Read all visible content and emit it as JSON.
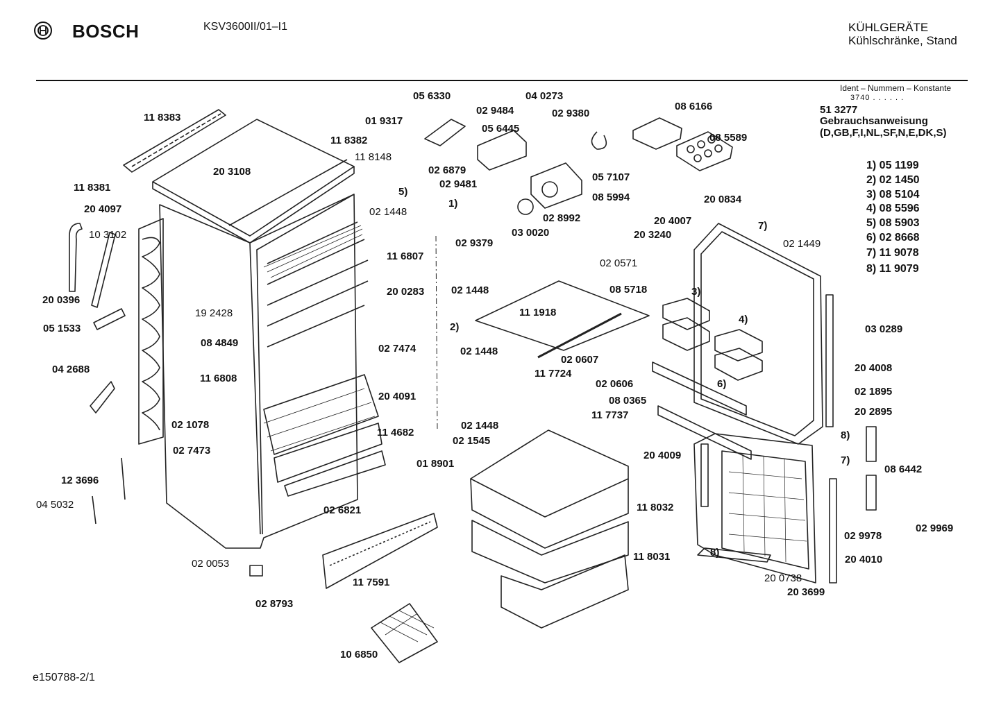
{
  "header": {
    "brand": "BOSCH",
    "model": "KSV3600II/01–I1",
    "category_line1": "KÜHLGERÄTE",
    "category_line2": "Kühlschränke, Stand"
  },
  "ident": {
    "heading": "Ident – Nummern – Konstante",
    "constant": "3740 . . . . . .",
    "manual_number": "51 3277",
    "manual_title": "Gebrauchsanweisung",
    "manual_languages": "(D,GB,F,I,NL,SF,N,E,DK,S)"
  },
  "legend": [
    "1) 05 1199",
    "2) 02 1450",
    "3) 08 5104",
    "4) 08 5596",
    "5) 08 5903",
    "6) 02 8668",
    "7) 11 9078",
    "8) 11 9079"
  ],
  "parts": [
    "11 8383",
    "20 3108",
    "11 8382",
    "11 8148",
    "11 8381",
    "20 4097",
    "10 3102",
    "20 0396",
    "05 1533",
    "04 2688",
    "12 3696",
    "04 5032",
    "02 0053",
    "02 8793",
    "11 7591",
    "10 6850",
    "02 6821",
    "02 7473",
    "02 1078",
    "11 6808",
    "08 4849",
    "19 2428",
    "20 0283",
    "11 6807",
    "02 7474",
    "20 4091",
    "11 4682",
    "01 8901",
    "05 6330",
    "01 9317",
    "02 6879",
    "02 1448",
    "02 9484",
    "05 6445",
    "02 9481",
    "02 9379",
    "03 0020",
    "02 8992",
    "04 0273",
    "02 9380",
    "05 7107",
    "08 5994",
    "08 6166",
    "08 5589",
    "02 1448",
    "02 1448",
    "02 1448",
    "02 1545",
    "11 1918",
    "11 7724",
    "02 0607",
    "02 0606",
    "08 5718",
    "08 0365",
    "11 7737",
    "11 8032",
    "11 8031",
    "20 4007",
    "20 0834",
    "20 3240",
    "02 0571",
    "02 1449",
    "03 0289",
    "20 4008",
    "02 1895",
    "20 2895",
    "20 4009",
    "08 6442",
    "02 9978",
    "02 9969",
    "20 4010",
    "20 0738",
    "20 3699"
  ],
  "callouts": [
    "1)",
    "2)",
    "3)",
    "4)",
    "5)",
    "6)",
    "7)",
    "7)",
    "8)",
    "8)"
  ],
  "footer": {
    "drawing_id": "e150788-2/1"
  }
}
